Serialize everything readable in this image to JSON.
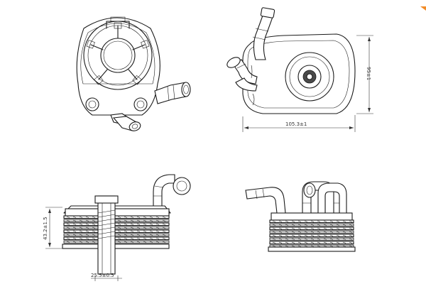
{
  "dimensions": {
    "width_top": "105.3±1",
    "height_top": "95±1",
    "height_side": "43.2±1.5",
    "thread_dia": "25.5±0.5"
  },
  "colors": {
    "line": "#1a1a1a",
    "accent": "#f28c28"
  }
}
